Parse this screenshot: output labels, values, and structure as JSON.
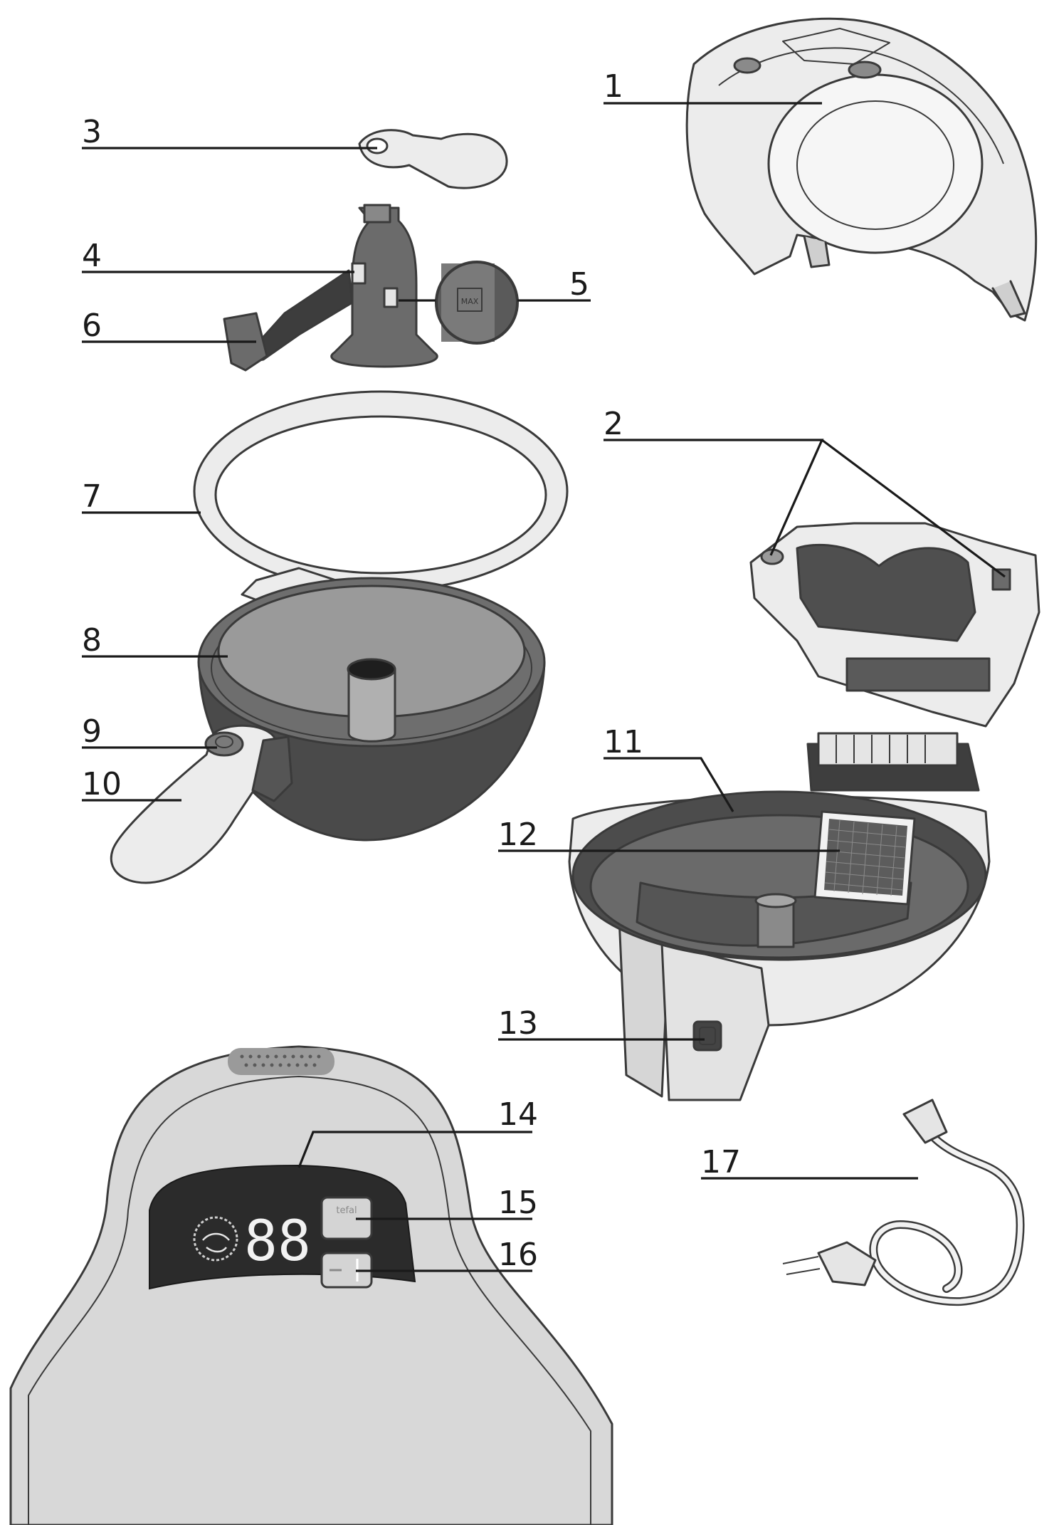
{
  "callouts": [
    {
      "num": "1"
    },
    {
      "num": "2"
    },
    {
      "num": "3"
    },
    {
      "num": "4"
    },
    {
      "num": "5"
    },
    {
      "num": "6"
    },
    {
      "num": "7"
    },
    {
      "num": "8"
    },
    {
      "num": "9"
    },
    {
      "num": "10"
    },
    {
      "num": "11"
    },
    {
      "num": "12"
    },
    {
      "num": "13"
    },
    {
      "num": "14"
    },
    {
      "num": "15"
    },
    {
      "num": "16"
    },
    {
      "num": "17"
    }
  ],
  "display": {
    "digits": "88",
    "brand": "tefal"
  },
  "paddle_label": "MAX",
  "colors": {
    "line": "#1a1a1a",
    "light": "#ececec",
    "mid": "#b9b9b9",
    "dark": "#6b6b6b",
    "panel": "#2b2b2b"
  }
}
